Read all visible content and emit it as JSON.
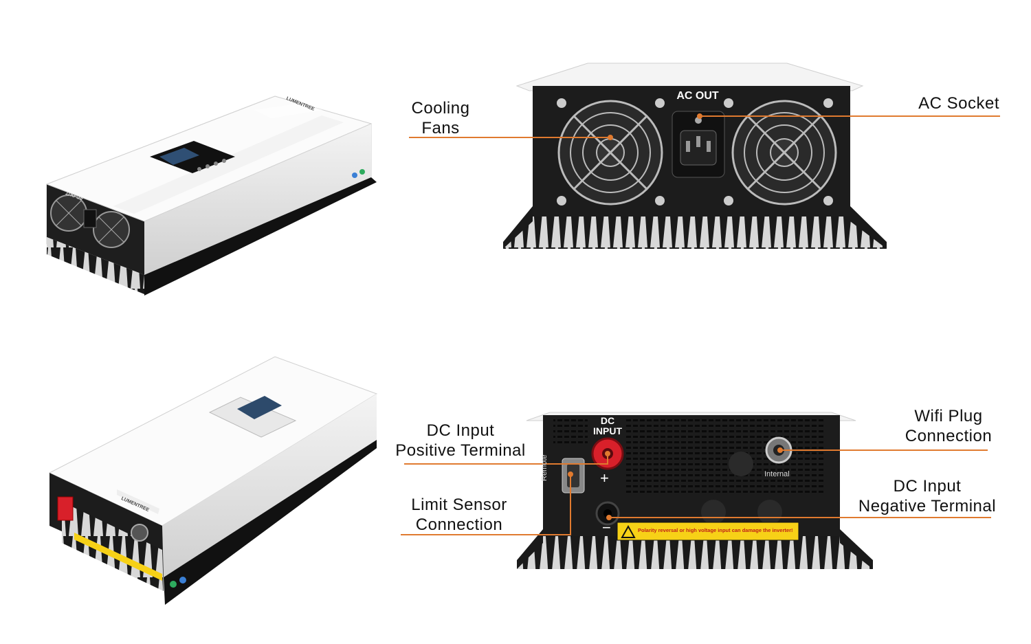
{
  "callouts": {
    "cooling_fans": [
      "Cooling",
      "Fans"
    ],
    "ac_socket": "AC Socket",
    "dc_input_positive": [
      "DC Input",
      "Positive Terminal"
    ],
    "limit_sensor": [
      "Limit Sensor",
      "Connection"
    ],
    "wifi_plug": [
      "Wifi Plug",
      "Connection"
    ],
    "dc_input_negative": [
      "DC Input",
      "Negative Terminal"
    ]
  },
  "product_text": {
    "ac_out": "AC OUT",
    "dc_input": [
      "DC",
      "INPUT"
    ],
    "plus": "+",
    "minus": "−",
    "remote": "Remote",
    "internal": "Internal",
    "warning": "Polarity reversal or high voltage input can damage the inverter!",
    "brand": "LUMENTREE",
    "side_ac_out": "AC OUT"
  },
  "colors": {
    "leader_line": "#e07a2f",
    "device_body": "#f2f2f2",
    "panel_black": "#1c1c1c",
    "warning_yellow": "#f7d117",
    "terminal_red": "#d8202a"
  }
}
